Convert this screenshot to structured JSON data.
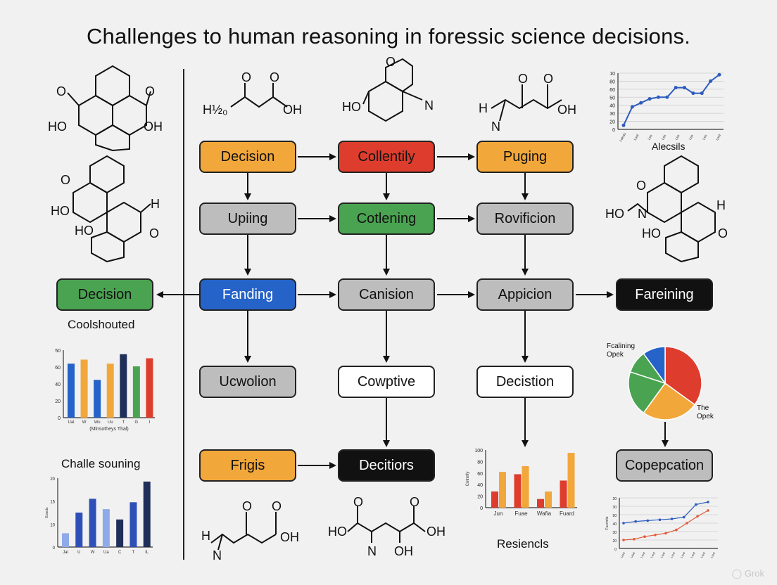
{
  "title": "Challenges to human reasoning in foressic science decisions.",
  "nodes": [
    {
      "id": "r1c1",
      "label": "Decision",
      "color": "orange"
    },
    {
      "id": "r1c2",
      "label": "Collentily",
      "color": "red"
    },
    {
      "id": "r1c3",
      "label": "Puging",
      "color": "orange"
    },
    {
      "id": "r2c1",
      "label": "Upiing",
      "color": "gray"
    },
    {
      "id": "r2c2",
      "label": "Cotlening",
      "color": "green"
    },
    {
      "id": "r2c3",
      "label": "Rovificion",
      "color": "gray"
    },
    {
      "id": "r3left",
      "label": "Decision",
      "color": "green"
    },
    {
      "id": "r3c1",
      "label": "Fanding",
      "color": "blue"
    },
    {
      "id": "r3c2",
      "label": "Canision",
      "color": "gray"
    },
    {
      "id": "r3c3",
      "label": "Appicion",
      "color": "gray"
    },
    {
      "id": "r3right",
      "label": "Fareining",
      "color": "black"
    },
    {
      "id": "r4c1",
      "label": "Ucwolion",
      "color": "gray"
    },
    {
      "id": "r4c2",
      "label": "Cowptive",
      "color": "white"
    },
    {
      "id": "r4c3",
      "label": "Decistion",
      "color": "white"
    },
    {
      "id": "r5c1",
      "label": "Frigis",
      "color": "orange"
    },
    {
      "id": "r5c2",
      "label": "Decitiors",
      "color": "black"
    },
    {
      "id": "r5right",
      "label": "Copepcation",
      "color": "gray"
    }
  ],
  "labels": {
    "coolshouted": "Coolshouted",
    "challe_souning": "Challe souning",
    "alecsils": "Alecsils",
    "resiencls": "Resiencls",
    "pie_top": "Fcalining Opek",
    "pie_bottom": "The Opek"
  },
  "molecules": {
    "m1": {
      "oh": "HO",
      "oh2": "OH",
      "o1": "O",
      "o2": "O"
    },
    "m2": {
      "h": "H½₀",
      "oh": "OH",
      "o1": "O",
      "o2": "O"
    },
    "m3": {
      "ho": "HO",
      "n": "N",
      "o": "O"
    },
    "m4": {
      "h": "H",
      "n": "N",
      "oh": "OH",
      "o1": "O",
      "o2": "O"
    },
    "m5": {
      "ho1": "HO",
      "ho2": "HO",
      "h": "H",
      "o1": "O",
      "o2": "O"
    },
    "m6": {
      "ho1": "HO",
      "n": "N",
      "ho2": "HO",
      "h": "H",
      "o1": "O",
      "o2": "O"
    },
    "m7": {
      "h": "H",
      "n": "N",
      "oh": "OH",
      "o1": "O",
      "o2": "O"
    },
    "m8": {
      "ho": "HO",
      "oh": "OH",
      "n": "N",
      "oh2": "OH",
      "o1": "O",
      "o2": "O"
    }
  },
  "colors": {
    "orange": "#f2a73b",
    "red": "#de3d2d",
    "green": "#4aa351",
    "blue": "#2563c8",
    "gray": "#bdbdbd",
    "black": "#111111",
    "line_blue": "#2d5bbf"
  },
  "chart_data": [
    {
      "type": "line",
      "xlabel": "Alecsils",
      "yticks": [
        "0",
        "20",
        "30",
        "40",
        "50",
        "60",
        "80",
        "10"
      ],
      "xticks": [
        "Ldeas",
        "Lsol",
        "Lss",
        "Lss",
        "Lss",
        "Lss",
        "Lss",
        "Lsel"
      ],
      "series": [
        {
          "values": [
            5,
            28,
            33,
            38,
            40,
            40,
            52,
            52,
            45,
            45,
            60,
            68
          ]
        }
      ],
      "ylim": [
        0,
        70
      ]
    },
    {
      "type": "bar",
      "xlabel": "(Mlnsotheys Thal)",
      "yticks": [
        "0",
        "20",
        "40",
        "60",
        "50"
      ],
      "categories": [
        "Ual",
        "W",
        "Wu",
        "Uu",
        "T",
        "G",
        "I"
      ],
      "values": [
        40,
        43,
        28,
        40,
        47,
        38,
        44
      ],
      "ylim": [
        0,
        50
      ]
    },
    {
      "type": "bar",
      "ylabel": "Eoscts",
      "yticks": [
        "0",
        "10",
        "15",
        "20"
      ],
      "categories": [
        "Jal",
        "U",
        "W",
        "Ua",
        "C",
        "T",
        "IL"
      ],
      "values": [
        4,
        10,
        14,
        11,
        8,
        13,
        19
      ],
      "ylim": [
        0,
        20
      ]
    },
    {
      "type": "bar",
      "ylabel": "Cotnnfy",
      "yticks": [
        "0",
        "20",
        "40",
        "60",
        "80",
        "100"
      ],
      "categories": [
        "Jun",
        "Fuae",
        "Wafia",
        "Fuard"
      ],
      "series": [
        {
          "values": [
            28,
            58,
            15,
            47
          ]
        },
        {
          "values": [
            62,
            72,
            28,
            95
          ]
        }
      ],
      "ylim": [
        0,
        100
      ]
    },
    {
      "type": "pie",
      "values": [
        35,
        25,
        20,
        10,
        10
      ]
    },
    {
      "type": "line",
      "ylabel": "Fucrinite",
      "yticks": [
        "0",
        "20",
        "30",
        "40",
        "50",
        "30",
        "20"
      ],
      "xticks": [
        "Ldsd",
        "Ldsd",
        "Lsed",
        "Lsed",
        "Lsed",
        "Lsed",
        "Lsed",
        "Lsed",
        "Lsed",
        "Lsed"
      ],
      "series": [
        {
          "values": [
            30,
            32,
            33,
            34,
            35,
            37,
            52,
            55
          ]
        },
        {
          "values": [
            10,
            11,
            14,
            16,
            18,
            22,
            30,
            38,
            45
          ]
        }
      ],
      "ylim": [
        0,
        60
      ]
    }
  ]
}
